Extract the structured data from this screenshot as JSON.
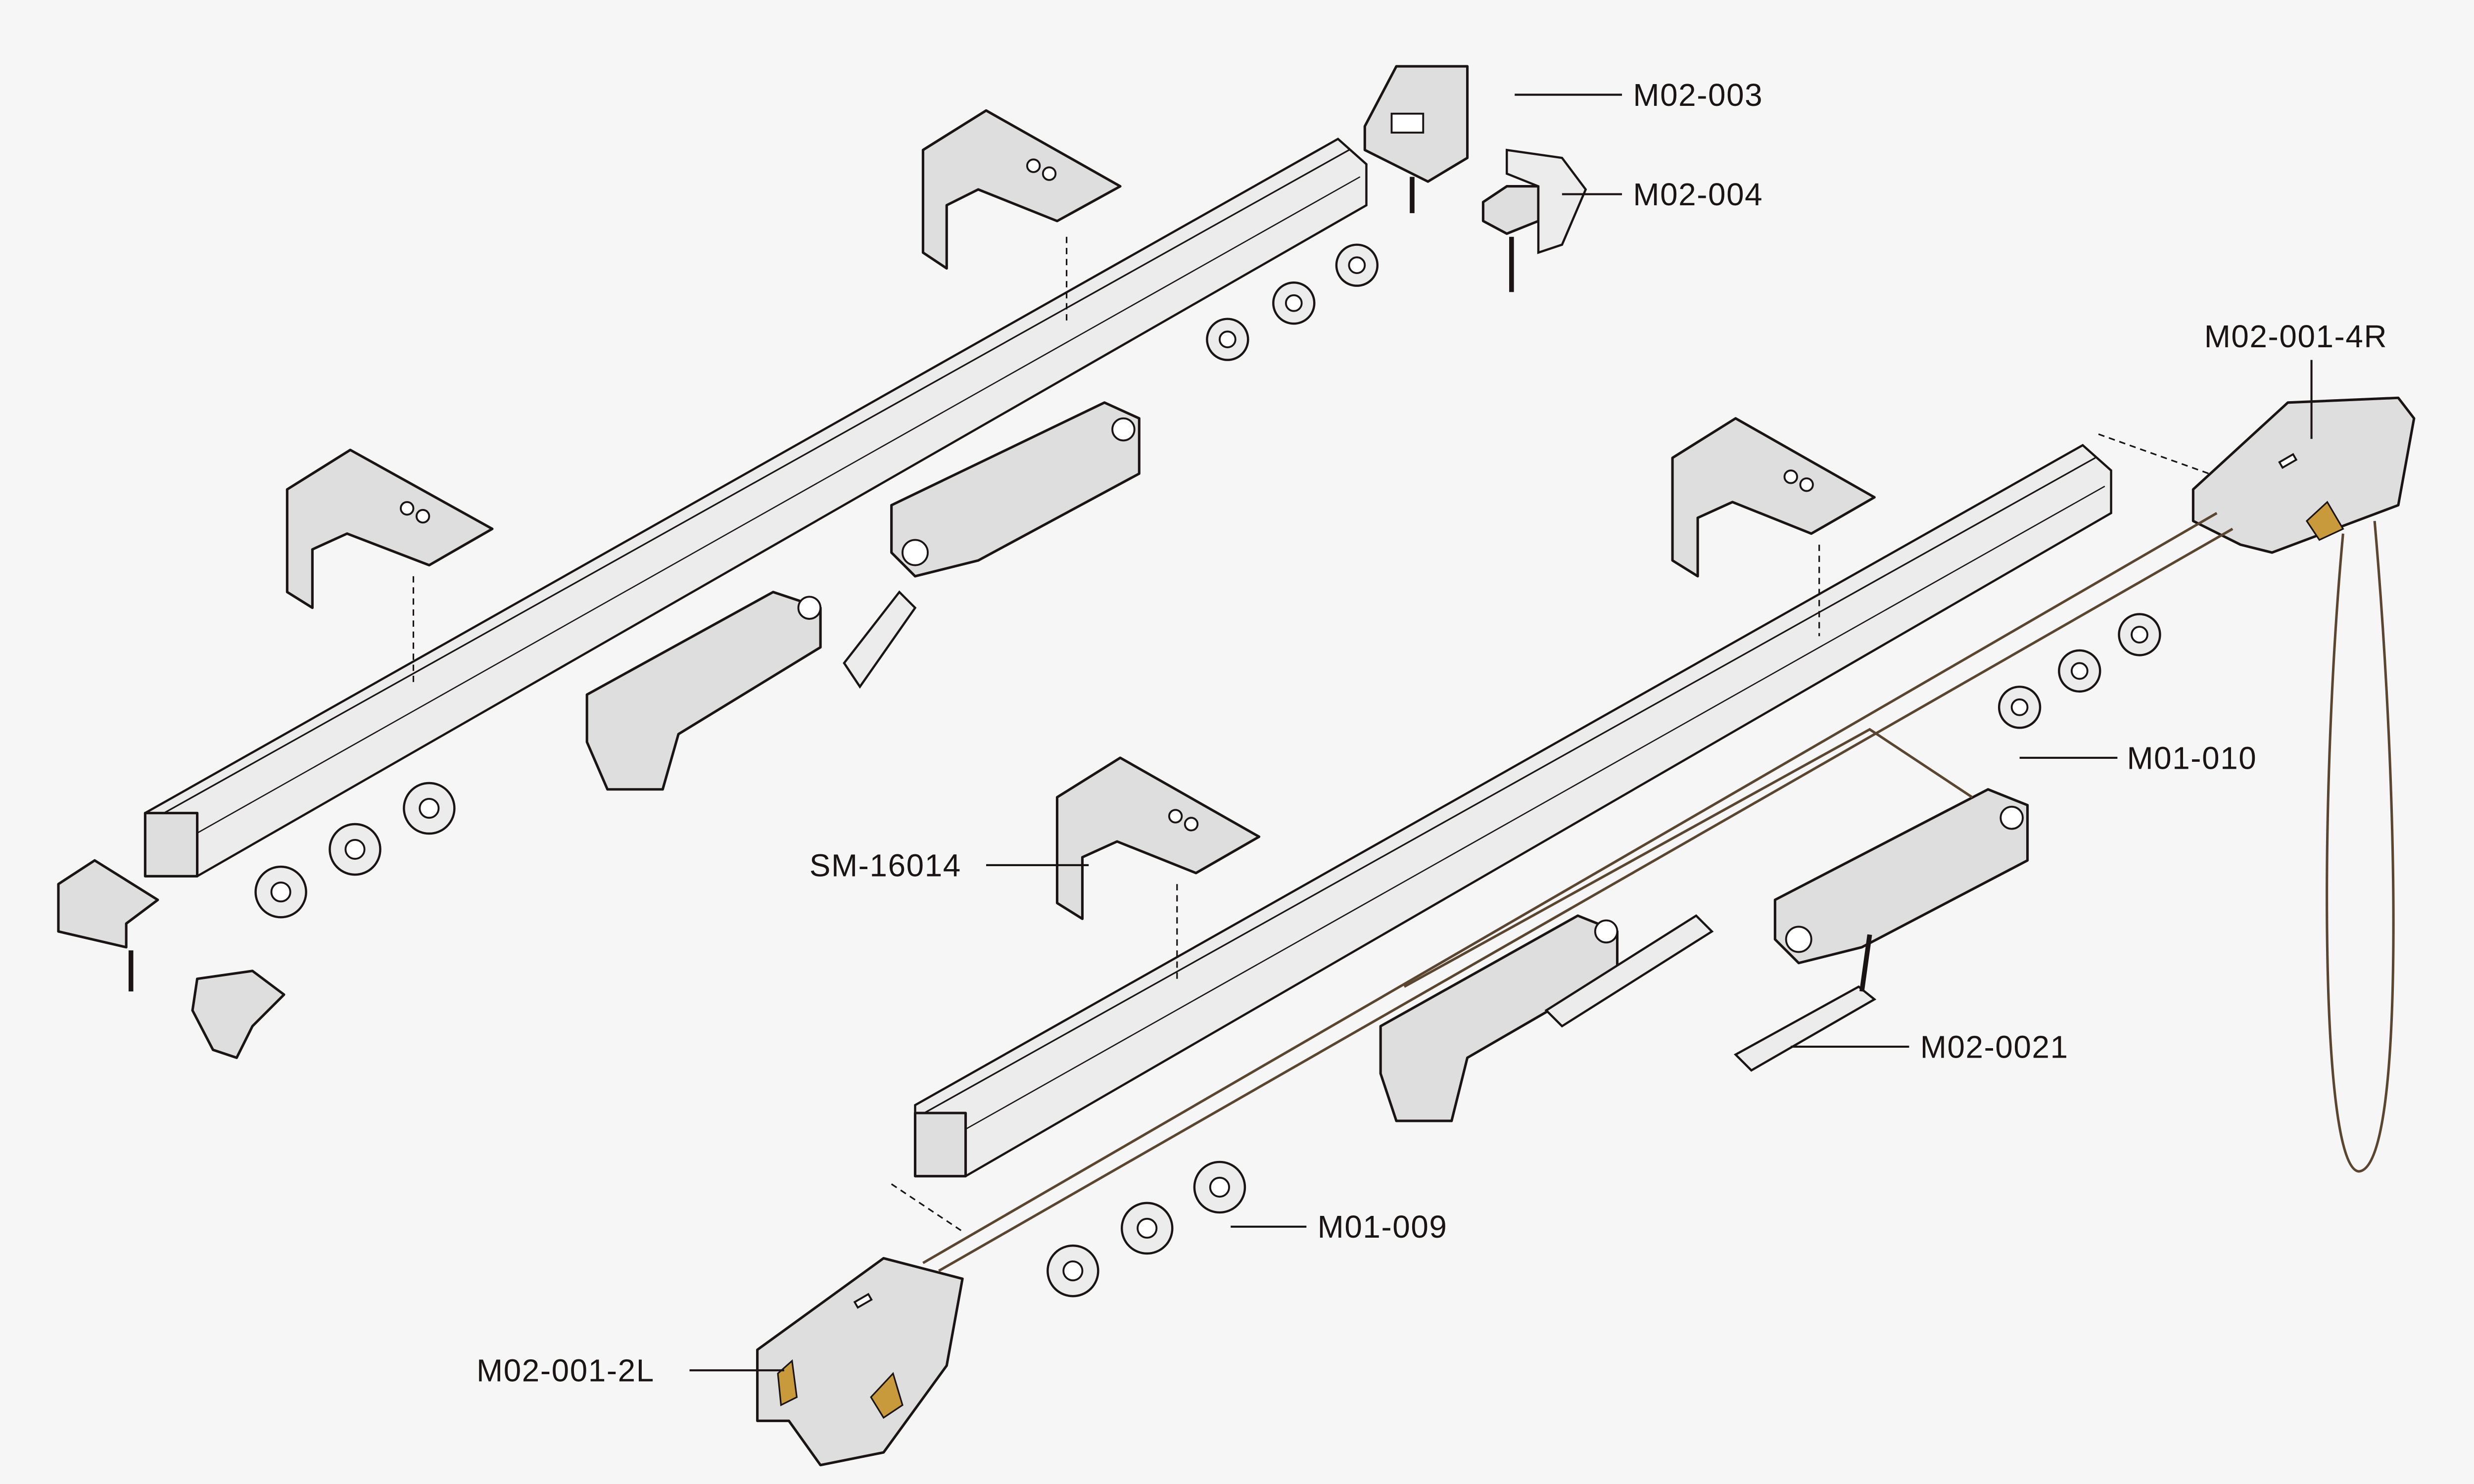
{
  "diagram": {
    "title": "Curtain track exploded parts diagram",
    "labels": {
      "m02_003": "M02-003",
      "m02_004": "M02-004",
      "m02_001_4r": "M02-001-4R",
      "m01_010": "M01-010",
      "sm_16014": "SM-16014",
      "m02_0021": "M02-0021",
      "m01_009": "M01-009",
      "m02_001_2l": "M02-001-2L"
    },
    "colors": {
      "background": "#f6f6f6",
      "part_fill": "#dedede",
      "outline": "#1a1414",
      "cord": "#5a4630",
      "brass": "#c99a3c"
    }
  }
}
